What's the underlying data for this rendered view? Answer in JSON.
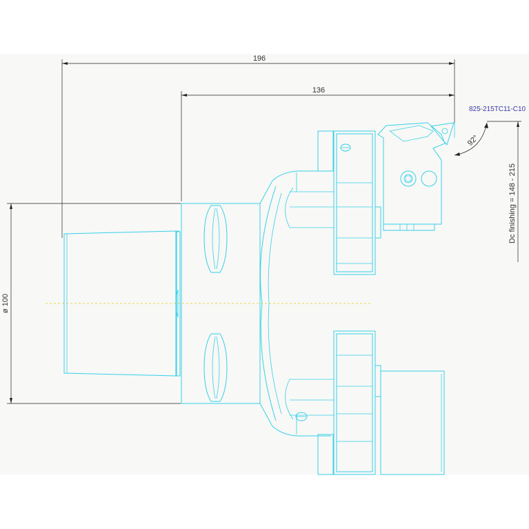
{
  "dimensions": {
    "overall_length": "196",
    "tool_length": "136",
    "diameter": "ø 100",
    "angle": "92°",
    "dc_finishing": "Dc finishing = 148 - 215"
  },
  "insert": {
    "part_number": "825-215TC11-C10"
  },
  "colors": {
    "outline": "#33d1e8",
    "dimension": "#222222",
    "centerline": "#e8d84a",
    "part_label": "#3a3aa8"
  }
}
